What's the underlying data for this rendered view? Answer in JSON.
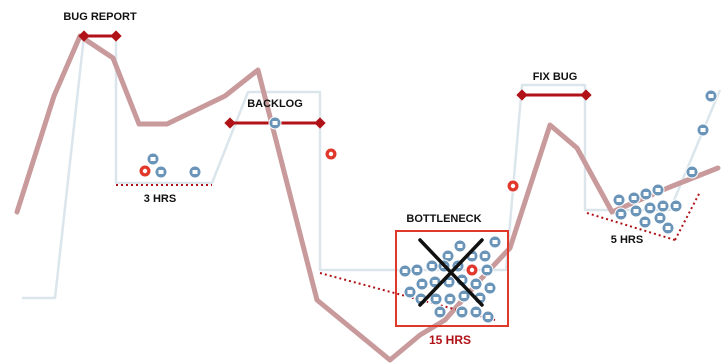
{
  "labels": {
    "bug_report": "BUG REPORT",
    "backlog": "BACKLOG",
    "fix_bug": "FIX BUG",
    "bottleneck": "BOTTLENECK",
    "hrs_3": "3 HRS",
    "hrs_15": "15 HRS",
    "hrs_5": "5 HRS"
  },
  "colors": {
    "main_line": "#c99a9c",
    "thin_line": "#dbe6ec",
    "accent_red": "#b01217",
    "alert_red": "#e0392b",
    "token_blue": "#6b95b8",
    "bottleneck_box": "#e0392b",
    "x_mark": "#111111"
  },
  "icons": {
    "token_glyphs": [
      "monitor-icon",
      "diamond-icon",
      "people-icon",
      "rocket-icon",
      "mountain-icon",
      "device-icon"
    ],
    "alert_glyph": "bug-icon"
  }
}
